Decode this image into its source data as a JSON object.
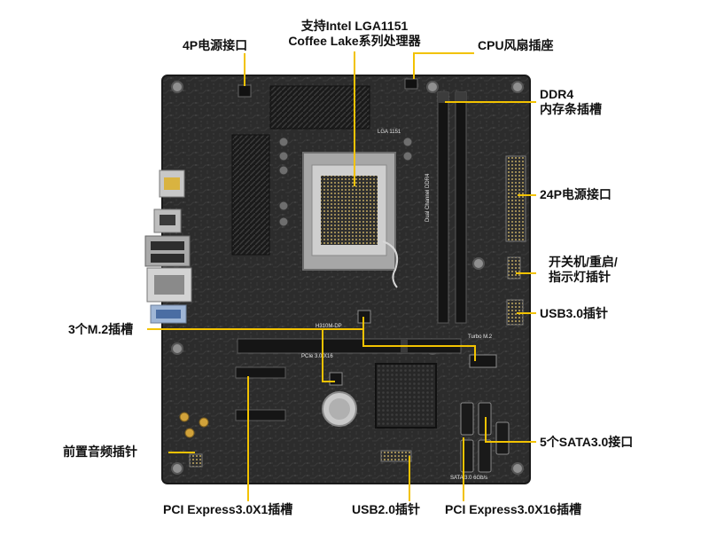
{
  "labels": {
    "cpu_socket": [
      "支持Intel LGA1151",
      "Coffee Lake系列处理器"
    ],
    "power_4p": "4P电源接口",
    "cpu_fan": "CPU风扇插座",
    "ddr4": [
      "DDR4",
      "内存条插槽"
    ],
    "power_24p": "24P电源接口",
    "front_panel": [
      "开关机/重启/",
      "指示灯插针"
    ],
    "usb30_header": "USB3.0插针",
    "m2": "3个M.2插槽",
    "front_audio": "前置音频插针",
    "sata": "5个SATA3.0接口",
    "pcie_x1": "PCI Express3.0X1插槽",
    "usb20_header": "USB2.0插针",
    "pcie_x16": "PCI Express3.0X16插槽"
  },
  "board_text": {
    "socket_marking": "LGA 1151",
    "dimm_marking": "Dual Channel DDR4",
    "pcie_slot_marking": "PCIe 3.0 X16",
    "chipset_marking": "Turbo M.2",
    "brand_marking": "H310M-DP",
    "sata_marking": "SATA 3.0 6Gb/s"
  },
  "colors": {
    "board": "#2b2b2b",
    "board_dark": "#1c1c1c",
    "callout_line": "#f2c200",
    "label_text": "#111111",
    "slot": "#151515",
    "metal": "#b9b9b9",
    "gold": "#c9a24a"
  }
}
